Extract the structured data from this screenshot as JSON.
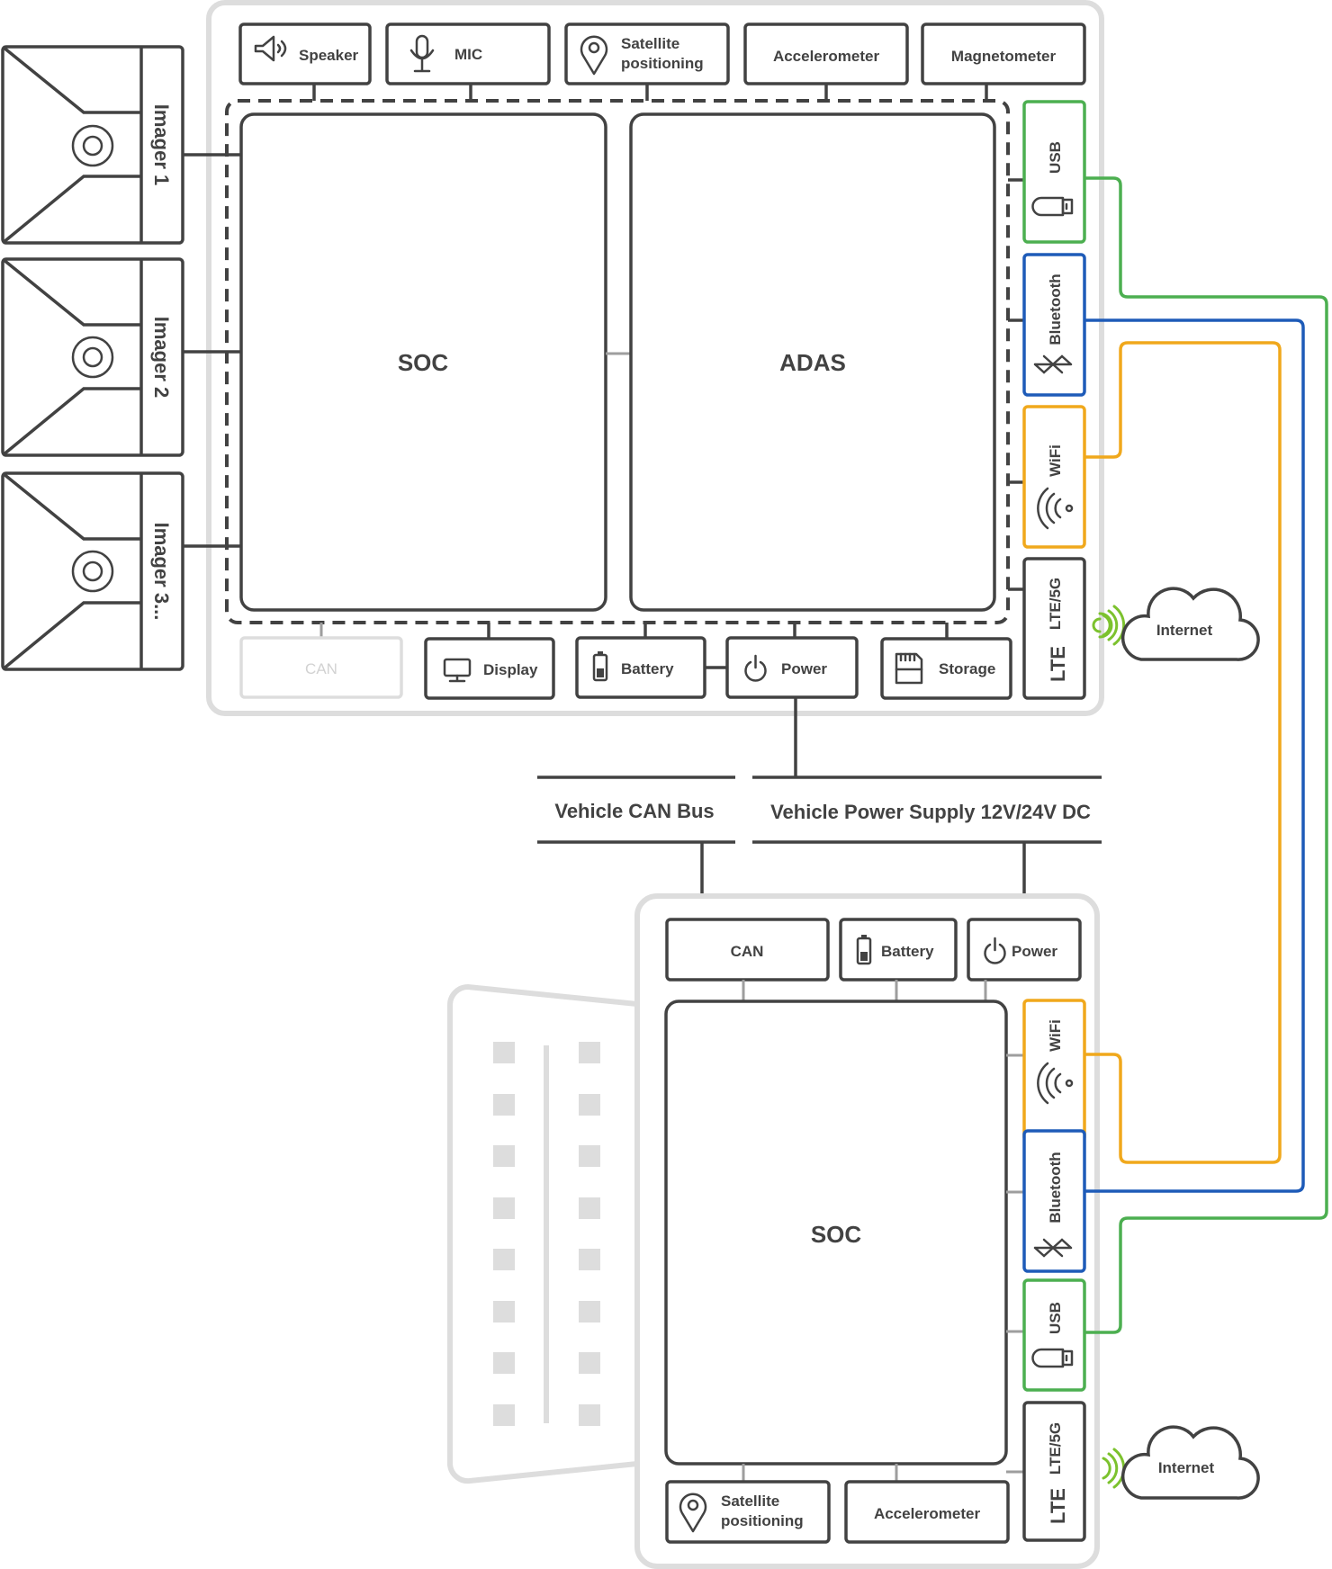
{
  "colors": {
    "line": "#424242",
    "usb": "#4caf50",
    "bluetooth": "#1e5bb8",
    "wifi": "#f0a81c",
    "lte_signal": "#7cc22e",
    "frame": "#dddddd"
  },
  "top_unit": {
    "peripherals_top": [
      {
        "label": "Speaker",
        "icon": "speaker-icon"
      },
      {
        "label": "MIC",
        "icon": "mic-icon"
      },
      {
        "label_line1": "Satellite",
        "label_line2": "positioning",
        "icon": "location-pin-icon"
      },
      {
        "label": "Accelerometer"
      },
      {
        "label": "Magnetometer"
      }
    ],
    "imagers": [
      "Imager 1",
      "Imager 2",
      "Imager 3..."
    ],
    "soc_label": "SOC",
    "adas_label": "ADAS",
    "bottom_modules": [
      {
        "label": "CAN"
      },
      {
        "label": "Display",
        "icon": "monitor-icon"
      },
      {
        "label": "Battery",
        "icon": "battery-icon"
      },
      {
        "label": "Power",
        "icon": "power-icon"
      },
      {
        "label": "Storage",
        "icon": "sd-card-icon"
      }
    ],
    "radios": [
      {
        "label": "USB",
        "icon": "usb-stick-icon"
      },
      {
        "label": "Bluetooth",
        "icon": "bluetooth-icon"
      },
      {
        "label": "WiFi",
        "icon": "wifi-icon"
      },
      {
        "label": "LTE/5G",
        "icon": "lte-icon"
      }
    ],
    "internet_label": "Internet"
  },
  "vehicle": {
    "can_bus_label": "Vehicle CAN Bus",
    "power_supply_label": "Vehicle Power Supply 12V/24V DC"
  },
  "bottom_unit": {
    "top_modules": [
      {
        "label": "CAN"
      },
      {
        "label": "Battery",
        "icon": "battery-icon"
      },
      {
        "label": "Power",
        "icon": "power-icon"
      }
    ],
    "soc_label": "SOC",
    "radios": [
      {
        "label": "WiFi",
        "icon": "wifi-icon"
      },
      {
        "label": "Bluetooth",
        "icon": "bluetooth-icon"
      },
      {
        "label": "USB",
        "icon": "usb-stick-icon"
      },
      {
        "label": "LTE/5G",
        "icon": "lte-icon"
      }
    ],
    "bottom_modules": [
      {
        "label_line1": "Satellite",
        "label_line2": "positioning",
        "icon": "location-pin-icon"
      },
      {
        "label": "Accelerometer"
      }
    ],
    "internet_label": "Internet",
    "lte_badge": "LTE"
  }
}
